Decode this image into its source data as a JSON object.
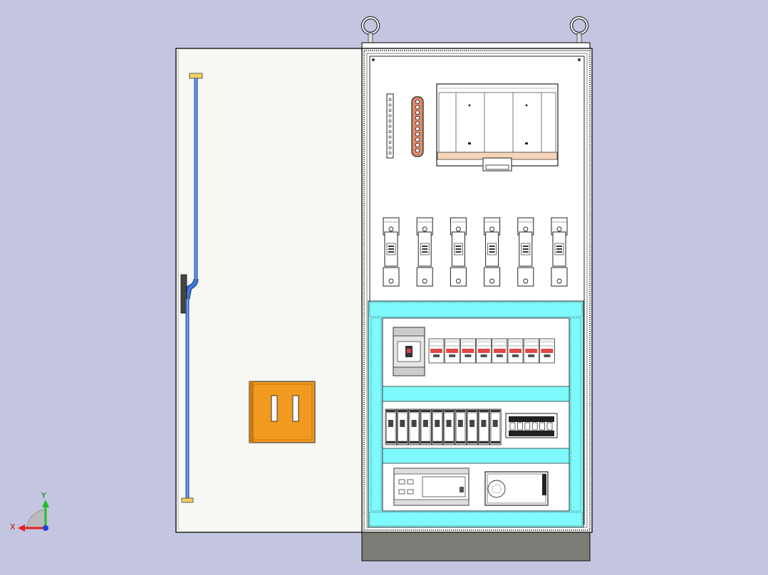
{
  "axis_triad": {
    "x_label": "X",
    "y_label": "Y"
  },
  "colors": {
    "background": "#c4c5e0",
    "door_fill": "#f7f7f4",
    "cabinet_fill": "#ffffff",
    "din_rail_cyan": "#7ffafc",
    "handle_orange": "#f19a1f",
    "busbar_copper": "#d98a6a",
    "rod_blue": "#3c7cd8",
    "plinth_gray": "#7c7c76",
    "axis_x": "#e02020",
    "axis_y": "#20c020",
    "axis_z": "#2040e0"
  },
  "components": {
    "breakers_top_count": 6,
    "mcb_row1_count": 8,
    "relay_row_count": 10,
    "terminal_module_count": 6
  }
}
